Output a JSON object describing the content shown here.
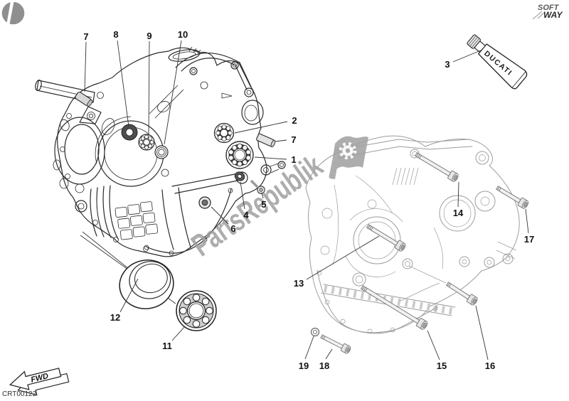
{
  "doc": {
    "code": "CRT00122",
    "background": "#ffffff"
  },
  "branding": {
    "softway_line1": "SOFT",
    "softway_line2": "WAY",
    "roundel_color": "#8f8f8f"
  },
  "tube": {
    "brand": "DUCATI"
  },
  "watermark": {
    "text": "PartsRepublik",
    "color": "#9f9f9f"
  },
  "footer": {
    "direction_label": "FWD"
  },
  "colors": {
    "left_case_line": "#2a2a2a",
    "right_case_line": "#9c9c9c",
    "bolt_line": "#7d7d7d"
  },
  "callouts": [
    {
      "n": "7"
    },
    {
      "n": "8"
    },
    {
      "n": "9"
    },
    {
      "n": "10"
    },
    {
      "n": "2"
    },
    {
      "n": "7"
    },
    {
      "n": "1"
    },
    {
      "n": "5"
    },
    {
      "n": "4"
    },
    {
      "n": "6"
    },
    {
      "n": "3"
    },
    {
      "n": "13"
    },
    {
      "n": "12"
    },
    {
      "n": "11"
    },
    {
      "n": "14"
    },
    {
      "n": "17"
    },
    {
      "n": "19"
    },
    {
      "n": "18"
    },
    {
      "n": "15"
    },
    {
      "n": "16"
    }
  ]
}
